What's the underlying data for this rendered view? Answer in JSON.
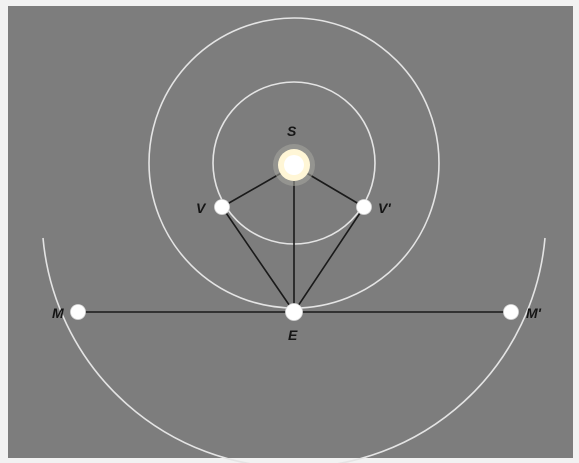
{
  "diagram": {
    "labels": {
      "sun": "S",
      "earth": "E",
      "venus_left": "V",
      "venus_right": "V'",
      "mars_left": "M",
      "mars_right": "M'"
    },
    "colors": {
      "background": "#7d7d7d",
      "frame": "#f2f2f2",
      "orbit": "#e4e4e4",
      "line": "#1a1a1a",
      "body": "#ffffff",
      "sun_glow": "#fff6d6"
    }
  }
}
